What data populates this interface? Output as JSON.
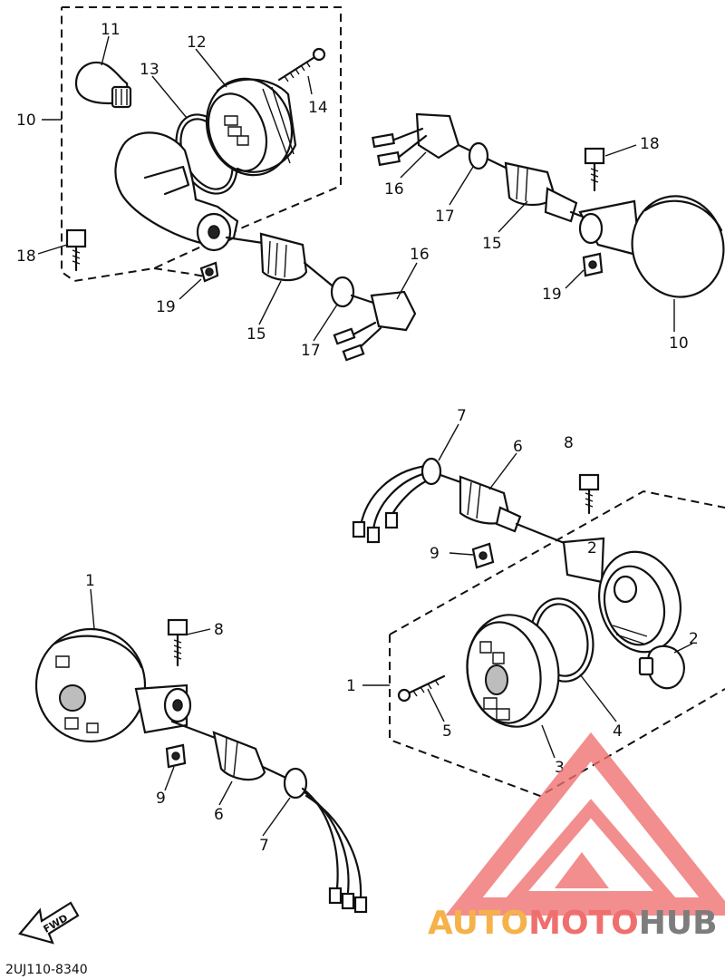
{
  "diagram": {
    "callouts": {
      "c10a": "10",
      "c11": "11",
      "c12": "12",
      "c13": "13",
      "c14": "14",
      "c18a": "18",
      "c19a": "19",
      "c15a": "15",
      "c17a": "17",
      "c16a": "16",
      "c16b": "16",
      "c17b": "17",
      "c15b": "15",
      "c18b": "18",
      "c19b": "19",
      "c10b": "10",
      "c7a": "7",
      "c6a": "6",
      "c8a": "8",
      "c9a": "9",
      "c2a": "2",
      "c2b": "2",
      "c1a": "1",
      "c5": "5",
      "c4": "4",
      "c3": "3",
      "c1b": "1",
      "c8b": "8",
      "c9b": "9",
      "c6b": "6",
      "c7b": "7"
    },
    "fwd_label": "FWD",
    "part_code": "2UJ110-8340"
  },
  "watermark": {
    "part1": "AUTO",
    "part2": "MOTO",
    "part3": "HUB",
    "colors": {
      "orange": "#f5b24a",
      "red": "#ef6f6f",
      "gray": "#7d7d7d"
    }
  }
}
